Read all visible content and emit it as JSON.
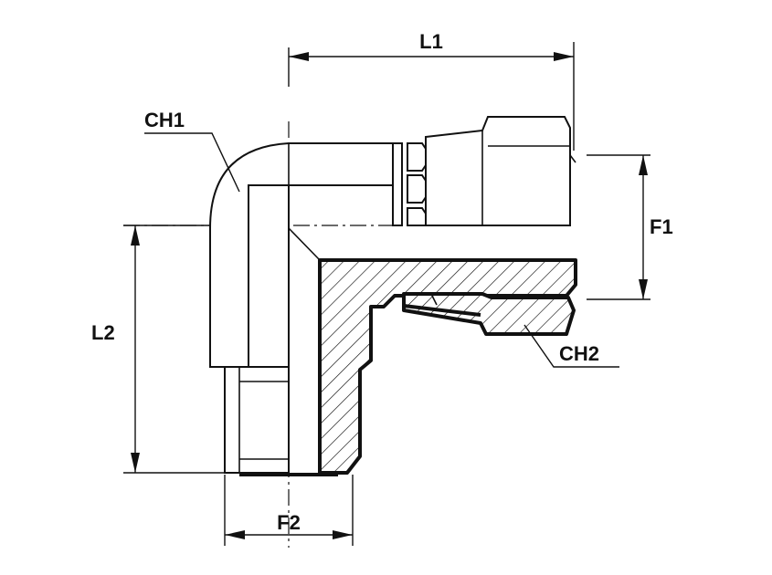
{
  "diagram": {
    "labels": {
      "l1": "L1",
      "l2": "L2",
      "f1": "F1",
      "f2": "F2",
      "ch1": "CH1",
      "ch2": "CH2"
    },
    "colors": {
      "ink": "#111111",
      "background": "#ffffff"
    }
  }
}
